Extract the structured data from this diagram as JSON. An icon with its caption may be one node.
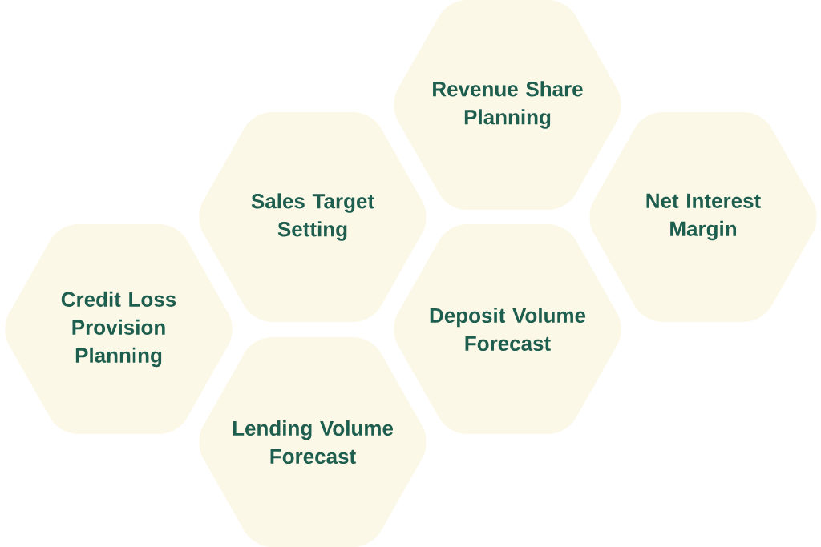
{
  "diagram": {
    "nodes": [
      {
        "text": [
          "Revenue Share Planning"
        ]
      },
      {
        "text": [
          "Sales Target Setting"
        ]
      },
      {
        "text": [
          "Net Interest Margin"
        ]
      },
      {
        "text": [
          "Credit Loss Provision Planning"
        ]
      },
      {
        "text": [
          "Deposit Volume Forecast"
        ]
      },
      {
        "text": [
          "Lending Volume Forecast"
        ]
      }
    ]
  }
}
